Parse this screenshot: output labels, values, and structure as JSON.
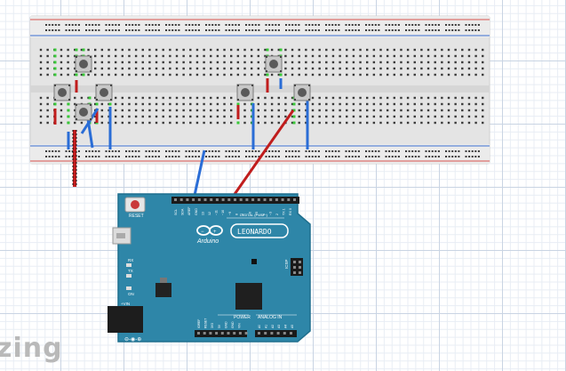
{
  "app": {
    "watermark": "zing"
  },
  "breadboard": {
    "rail_top_color": "#d9534f",
    "rail_bottom_color": "#3b6fd1",
    "body_color": "#e4e4e4",
    "hole_color": "#3a3a3a"
  },
  "wires": {
    "blue": "#2a6dd6",
    "red": "#c01d1d",
    "green_marker": "#37c837"
  },
  "arduino": {
    "board_color": "#2e86a8",
    "model_label": "LEONARDO",
    "brand_label": "Arduino",
    "reset_label": "RESET",
    "digital_label": "DIGITAL (PWM~)",
    "power_label": "POWER",
    "analog_label": "ANALOG IN",
    "vin_label": "+VIN",
    "icsp_label": "ICSP",
    "led_labels": [
      "RX",
      "TX",
      "ON"
    ],
    "top_header_labels": [
      "SCL",
      "SDA",
      "AREF",
      "GND",
      "13",
      "12",
      "~11",
      "~10",
      "~9",
      "8",
      "7",
      "~6",
      "~5",
      "4",
      "~3",
      "2",
      "TX 1",
      "RX 0"
    ],
    "power_header_labels": [
      "IOREF",
      "RESET",
      "3V3",
      "5V",
      "GND",
      "GND",
      "VIN"
    ],
    "analog_header_labels": [
      "A0",
      "A1",
      "A2",
      "A3",
      "A4",
      "A5"
    ]
  }
}
